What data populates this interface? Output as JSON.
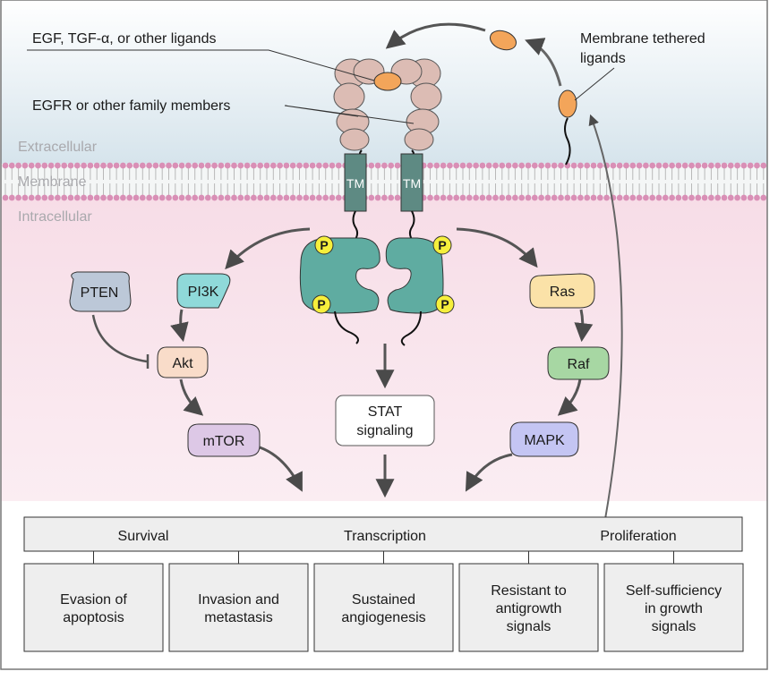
{
  "regions": {
    "extracellular": "Extracellular",
    "membrane": "Membrane",
    "intracellular": "Intracellular"
  },
  "callouts": {
    "ligands": "EGF, TGF-α, or other ligands",
    "receptors": "EGFR or other family members",
    "tethered_line1": "Membrane tethered",
    "tethered_line2": "ligands"
  },
  "receptor": {
    "tm_label": "TM",
    "phospho_label": "P"
  },
  "nodes": {
    "pten": "PTEN",
    "pi3k": "PI3K",
    "akt": "Akt",
    "mtor": "mTOR",
    "ras": "Ras",
    "raf": "Raf",
    "mapk": "MAPK",
    "stat_line1": "STAT",
    "stat_line2": "signaling"
  },
  "outcome_bar": {
    "survival": "Survival",
    "transcription": "Transcription",
    "proliferation": "Proliferation"
  },
  "hallmarks": [
    {
      "lines": [
        "Evasion of",
        "apoptosis"
      ]
    },
    {
      "lines": [
        "Invasion and",
        "metastasis"
      ]
    },
    {
      "lines": [
        "Sustained",
        "angiogenesis"
      ]
    },
    {
      "lines": [
        "Resistant to",
        "antigrowth",
        "signals"
      ]
    },
    {
      "lines": [
        "Self-sufficiency",
        "in growth",
        "signals"
      ]
    }
  ],
  "colors": {
    "extracellular_bg": "#dde8ef",
    "intracellular_bg": "#fbeef3",
    "membrane_head": "#d98fb6",
    "receptor_ecd": "#dcbcb4",
    "tm": "#5e8a83",
    "kinase": "#5faca1",
    "ligand": "#f3a55a",
    "phospho": "#f6ef3c",
    "pten": "#bcc8d8",
    "pi3k": "#8fd9d9",
    "akt": "#f9dcc9",
    "mtor": "#ddc8e6",
    "ras": "#fbe2a8",
    "raf": "#a7d7a3",
    "mapk": "#c4c5f3",
    "box": "#eeeeee"
  }
}
